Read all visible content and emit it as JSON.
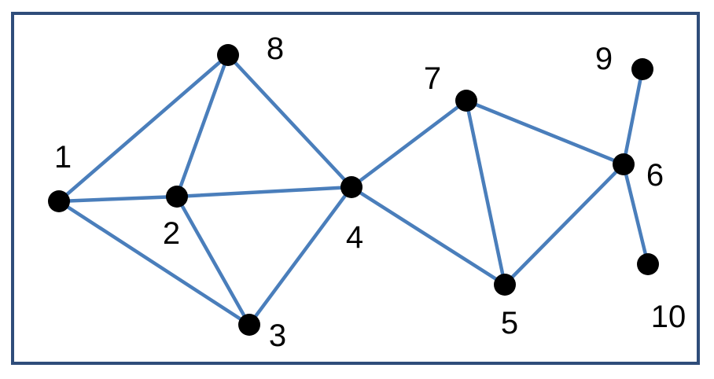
{
  "graph": {
    "nodes": [
      {
        "id": "1",
        "label": "1"
      },
      {
        "id": "2",
        "label": "2"
      },
      {
        "id": "3",
        "label": "3"
      },
      {
        "id": "4",
        "label": "4"
      },
      {
        "id": "5",
        "label": "5"
      },
      {
        "id": "6",
        "label": "6"
      },
      {
        "id": "7",
        "label": "7"
      },
      {
        "id": "8",
        "label": "8"
      },
      {
        "id": "9",
        "label": "9"
      },
      {
        "id": "10",
        "label": "10"
      }
    ],
    "edges": [
      [
        "1",
        "8"
      ],
      [
        "1",
        "2"
      ],
      [
        "1",
        "3"
      ],
      [
        "2",
        "8"
      ],
      [
        "2",
        "4"
      ],
      [
        "2",
        "3"
      ],
      [
        "8",
        "4"
      ],
      [
        "3",
        "4"
      ],
      [
        "4",
        "7"
      ],
      [
        "4",
        "5"
      ],
      [
        "7",
        "5"
      ],
      [
        "7",
        "6"
      ],
      [
        "5",
        "6"
      ],
      [
        "6",
        "9"
      ],
      [
        "6",
        "10"
      ]
    ]
  },
  "colors": {
    "edge": "#4a7ebb",
    "node": "#000000",
    "frame": "#2f4d7a"
  }
}
